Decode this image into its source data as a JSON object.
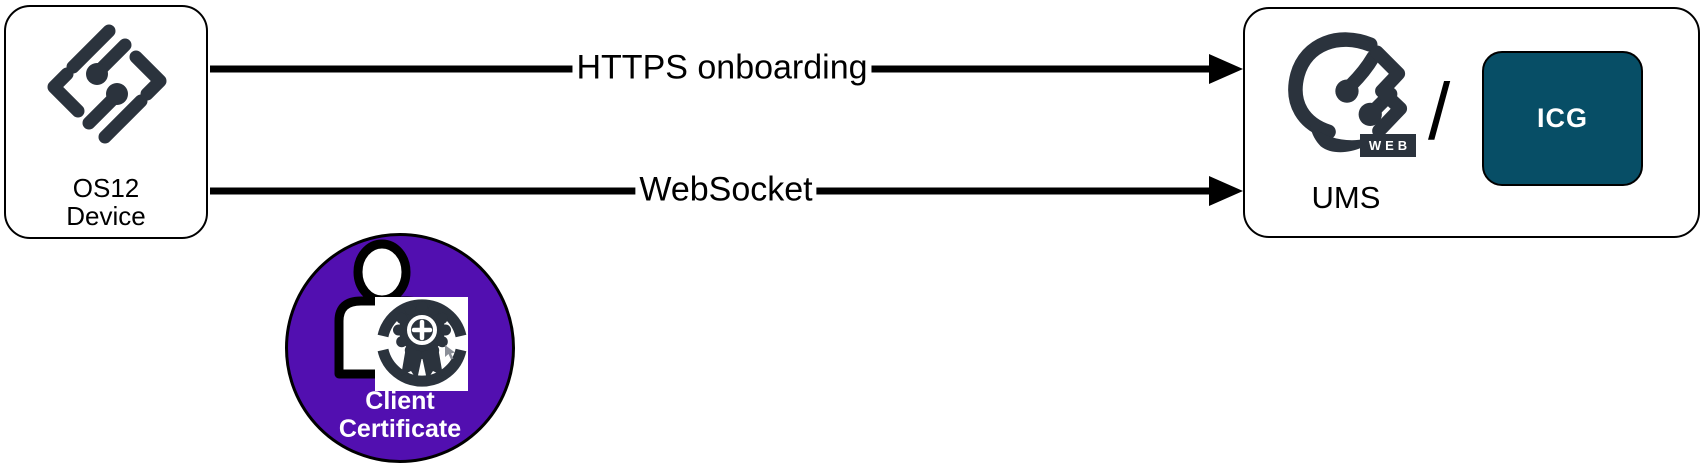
{
  "diagram": {
    "device_box": {
      "line1": "OS12",
      "line2": "Device"
    },
    "arrows": [
      {
        "label": "HTTPS onboarding"
      },
      {
        "label": "WebSocket"
      }
    ],
    "server_box": {
      "web_badge": "WEB",
      "separator": "/",
      "ums_label": "UMS",
      "icg_label": "ICG"
    },
    "certificate_badge": {
      "line1": "Client",
      "line2": "Certificate"
    }
  },
  "icons": {
    "device_logo": "igel-os-logo",
    "server_logo": "igel-ums-web-logo",
    "certificate_icon": "person-certificate-icon",
    "cursor": "mouse-cursor-icon"
  },
  "colors": {
    "logo_dark": "#2b333d",
    "certificate_purple": "#520fb0",
    "icg_teal": "#074e66",
    "arrow_black": "#000000",
    "background": "#ffffff"
  }
}
